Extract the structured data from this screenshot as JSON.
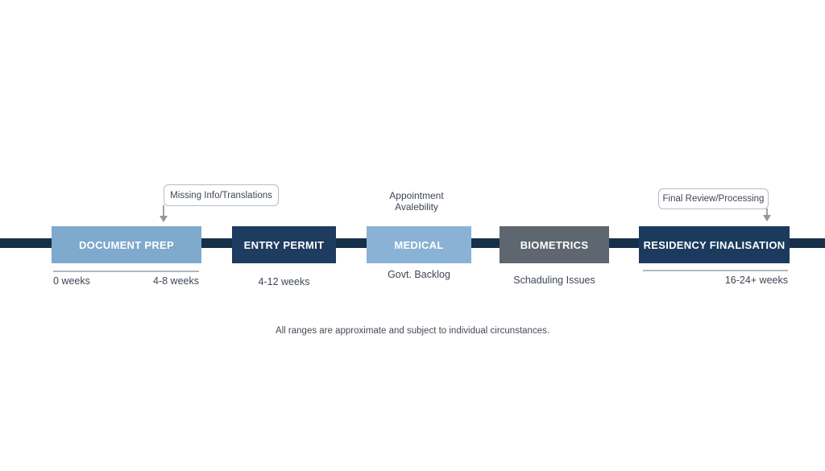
{
  "timeline": {
    "line_color": "#17304a",
    "stages": [
      {
        "label": "DOCUMENT PREP",
        "color": "#7fa9cd",
        "text_color": "#ffffff"
      },
      {
        "label": "ENTRY PERMIT",
        "color": "#1e3b60",
        "text_color": "#ffffff"
      },
      {
        "label": "MEDICAL",
        "color": "#8ab2d5",
        "text_color": "#ffffff"
      },
      {
        "label": "BIOMETRICS",
        "color": "#5e666f",
        "text_color": "#ffffff"
      },
      {
        "label": "RESIDENCY FINALISATION",
        "color": "#1c3a5e",
        "text_color": "#ffffff"
      }
    ]
  },
  "callouts": {
    "missing_info": "Missing Info/Translations",
    "final_review": "Final Review/Processing",
    "appointment_line1": "Appointment",
    "appointment_line2": "Avalebility"
  },
  "annotations": {
    "doc_prep_start": "0 weeks",
    "doc_prep_range": "4-8 weeks",
    "entry_permit_range": "4-12 weeks",
    "medical_note": "Govt. Backlog",
    "biometrics_note": "Schaduling Issues",
    "residency_range": "16-24+ weeks"
  },
  "footnote": "All ranges are approximate and subject to individual circunstances."
}
